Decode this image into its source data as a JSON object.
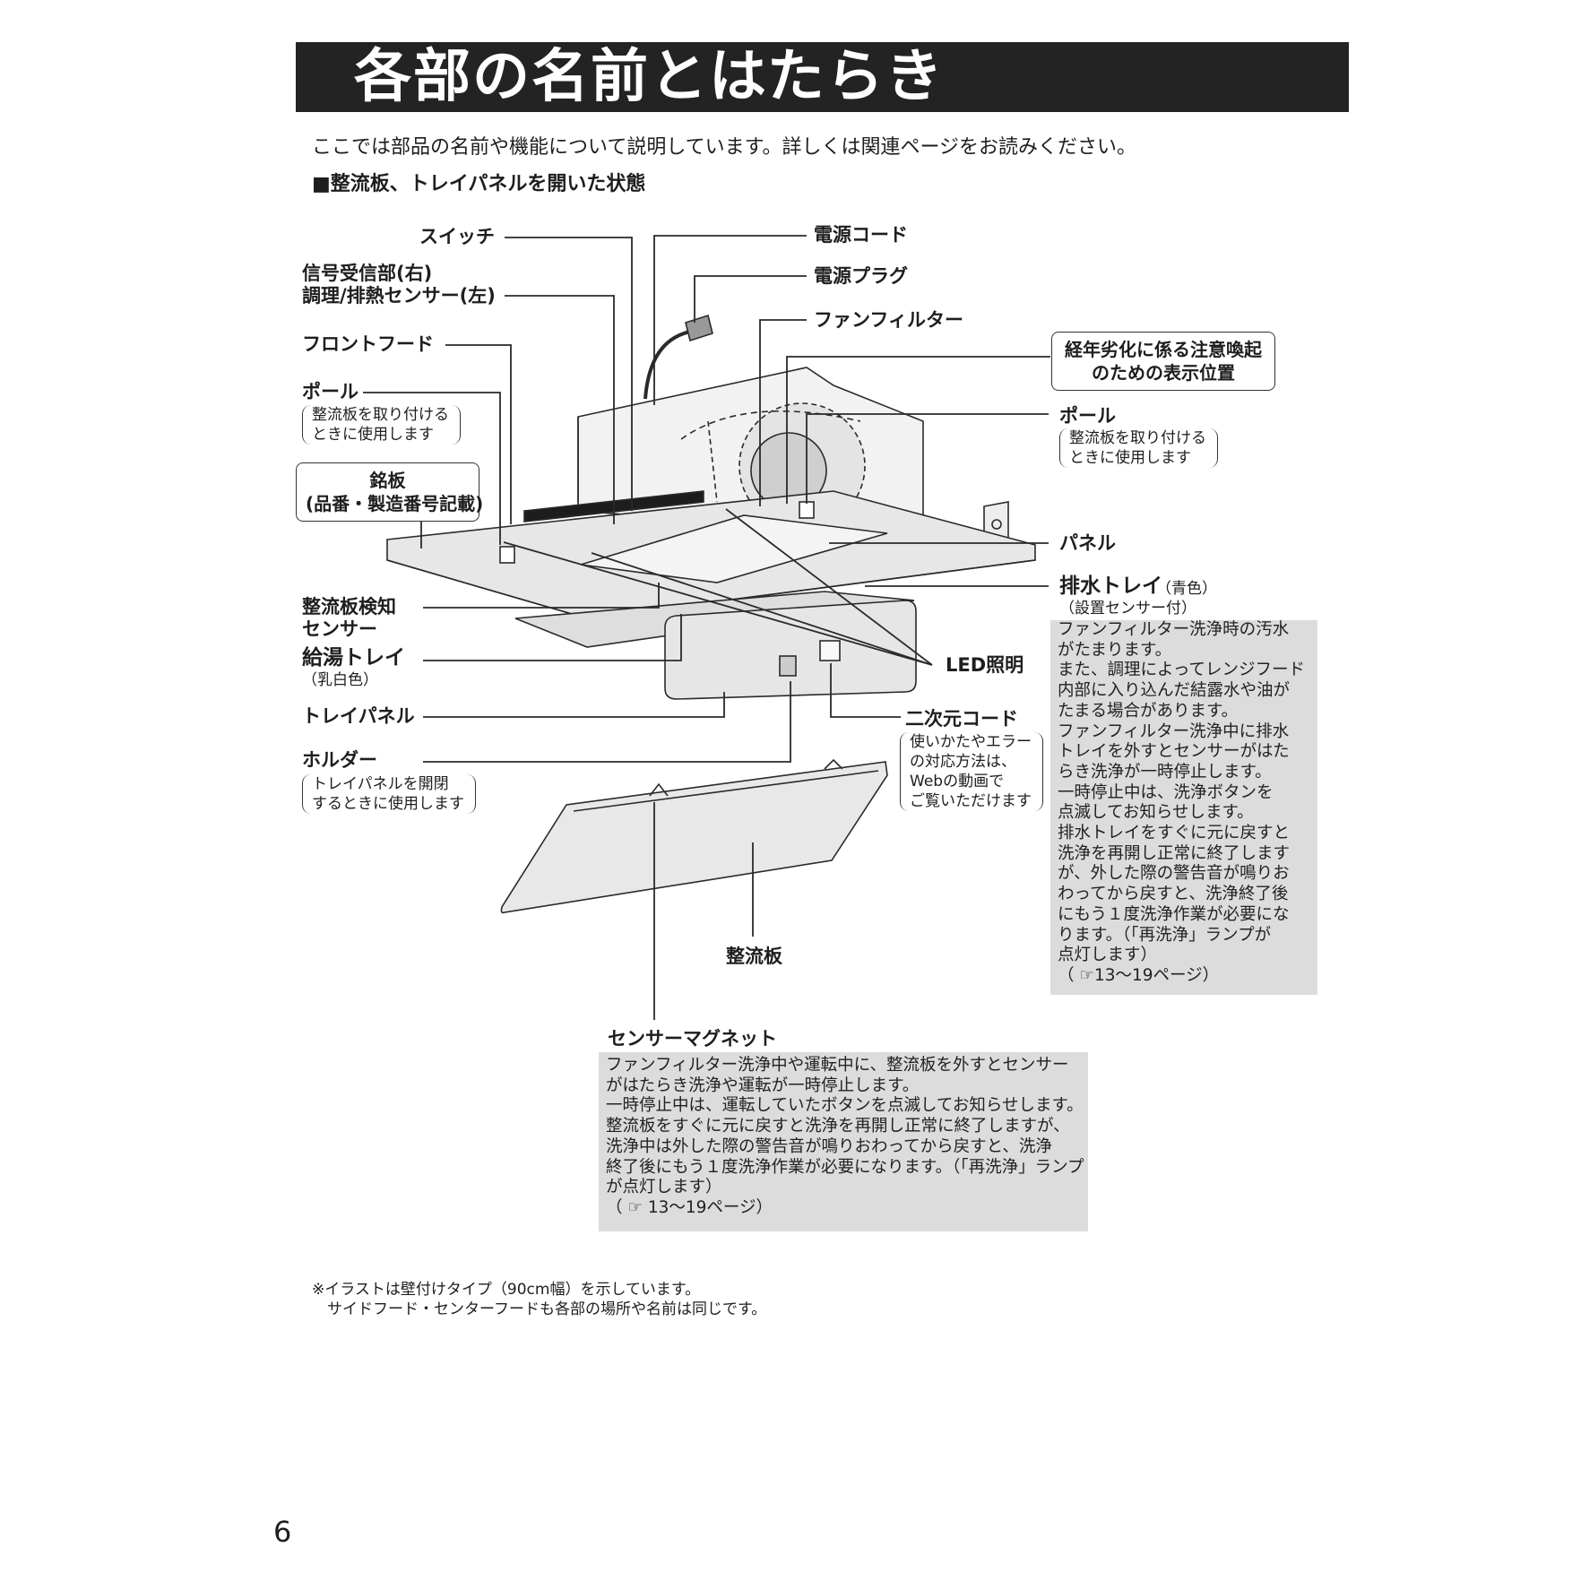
{
  "page_title": "各部の名前とはたらき",
  "intro": "ここでは部品の名前や機能について説明しています。詳しくは関連ページをお読みください。",
  "section_heading": "■整流板、トレイパネルを開いた状態",
  "labels": {
    "switch": "スイッチ",
    "signal_receiver": "信号受信部(右)",
    "cooking_sensor": "調理/排熱センサー(左)",
    "front_hood": "フロントフード",
    "pole_left": "ポール",
    "pole_left_note": [
      "整流板を取り付ける",
      "ときに使用します"
    ],
    "nameplate": [
      "銘板",
      "(品番・製造番号記載)"
    ],
    "power_cord": "電源コード",
    "power_plug": "電源プラグ",
    "fan_filter": "ファンフィルター",
    "aging_notice": [
      "経年劣化に係る注意喚起",
      "のための表示位置"
    ],
    "pole_right": "ポール",
    "pole_right_note": [
      "整流板を取り付ける",
      "ときに使用します"
    ],
    "panel": "パネル",
    "drain_tray": "排水トレイ",
    "drain_tray_color": "（青色）",
    "drain_tray_sensor": "（設置センサー付）",
    "baffle_sensor": [
      "整流板検知",
      "センサー"
    ],
    "hot_water_tray": "給湯トレイ",
    "hot_water_tray_color": "（乳白色）",
    "led": "LED照明",
    "tray_panel": "トレイパネル",
    "qr_code": "二次元コード",
    "qr_note": [
      "使いかたやエラー",
      "の対応方法は、",
      "Webの動画で",
      "ご覧いただけます"
    ],
    "holder": "ホルダー",
    "holder_note": [
      "トレイパネルを開閉",
      "するときに使用します"
    ],
    "baffle": "整流板",
    "sensor_magnet": "センサーマグネット"
  },
  "drain_tray_box": [
    "ファンフィルター洗浄時の汚水",
    "がたまります。",
    "また、調理によってレンジフード",
    "内部に入り込んだ結露水や油が",
    "たまる場合があります。",
    "ファンフィルター洗浄中に排水",
    "トレイを外すとセンサーがはた",
    "らき洗浄が一時停止します。",
    "一時停止中は、洗浄ボタンを",
    "点滅してお知らせします。",
    "排水トレイをすぐに元に戻すと",
    "洗浄を再開し正常に終了します",
    "が、外した際の警告音が鳴りお",
    "わってから戻すと、洗浄終了後",
    "にもう１度洗浄作業が必要にな",
    "ります。（「再洗浄」ランプが",
    "点灯します）",
    "（ ☞13～19ページ）"
  ],
  "magnet_box": [
    "ファンフィルター洗浄中や運転中に、整流板を外すとセンサー",
    "がはたらき洗浄や運転が一時停止します。",
    "一時停止中は、運転していたボタンを点滅してお知らせします。",
    "整流板をすぐに元に戻すと洗浄を再開し正常に終了しますが、",
    "洗浄中は外した際の警告音が鳴りおわってから戻すと、洗浄",
    "終了後にもう１度洗浄作業が必要になります。（「再洗浄」ランプ",
    "が点灯します）",
    "（ ☞ 13～19ページ）"
  ],
  "footnote": [
    "※イラストは壁付けタイプ（90cm幅）を示しています。",
    "　サイドフード・センターフードも各部の場所や名前は同じです。"
  ],
  "page_number": "6"
}
